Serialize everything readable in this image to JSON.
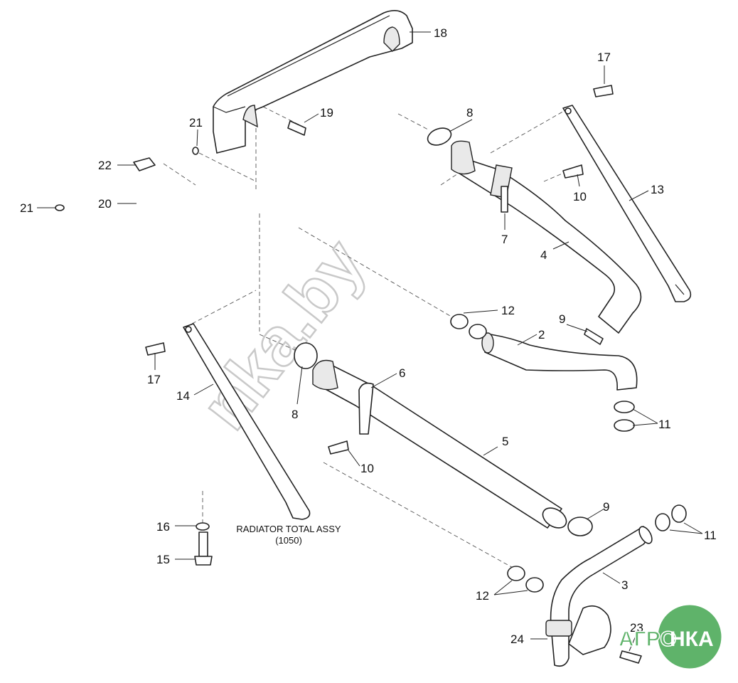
{
  "diagram": {
    "caption": {
      "line1": "RADIATOR TOTAL ASSY",
      "line2": "(1050)"
    },
    "callouts": [
      {
        "id": "c18",
        "text": "18"
      },
      {
        "id": "c17a",
        "text": "17"
      },
      {
        "id": "c8a",
        "text": "8"
      },
      {
        "id": "c19",
        "text": "19"
      },
      {
        "id": "c21a",
        "text": "21"
      },
      {
        "id": "c22",
        "text": "22"
      },
      {
        "id": "c21b",
        "text": "21"
      },
      {
        "id": "c20",
        "text": "20"
      },
      {
        "id": "c10a",
        "text": "10"
      },
      {
        "id": "c13",
        "text": "13"
      },
      {
        "id": "c7",
        "text": "7"
      },
      {
        "id": "c4",
        "text": "4"
      },
      {
        "id": "c12a",
        "text": "12"
      },
      {
        "id": "c9a",
        "text": "9"
      },
      {
        "id": "c2",
        "text": "2"
      },
      {
        "id": "c17b",
        "text": "17"
      },
      {
        "id": "c6",
        "text": "6"
      },
      {
        "id": "c14",
        "text": "14"
      },
      {
        "id": "c8b",
        "text": "8"
      },
      {
        "id": "c11a",
        "text": "11"
      },
      {
        "id": "c5",
        "text": "5"
      },
      {
        "id": "c10b",
        "text": "10"
      },
      {
        "id": "c9b",
        "text": "9"
      },
      {
        "id": "c11b",
        "text": "11"
      },
      {
        "id": "c16",
        "text": "16"
      },
      {
        "id": "c15",
        "text": "15"
      },
      {
        "id": "c3",
        "text": "3"
      },
      {
        "id": "c12b",
        "text": "12"
      },
      {
        "id": "c24",
        "text": "24"
      },
      {
        "id": "c23",
        "text": "23"
      }
    ]
  },
  "watermark": {
    "text": "nka.by"
  },
  "logo": {
    "left": "АГРО",
    "right": "НКА",
    "color": "#5fb36a"
  }
}
